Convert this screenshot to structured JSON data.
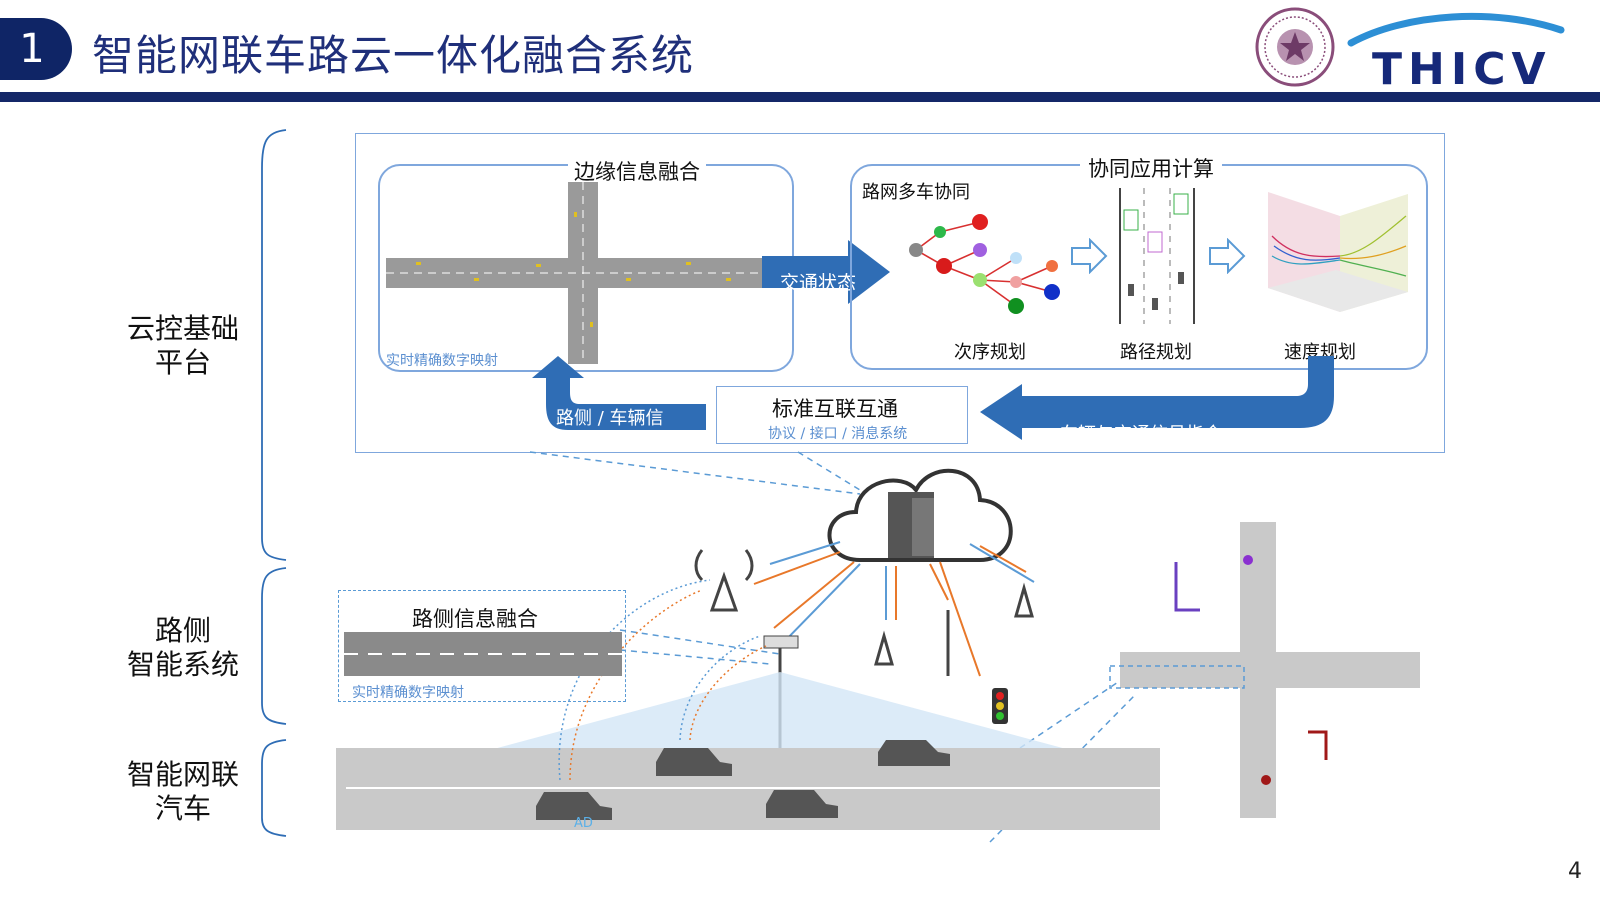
{
  "slide": {
    "section_number": "1",
    "title": "智能网联车路云一体化融合系统",
    "logo_text": "THICV",
    "page_number": "4"
  },
  "layers": [
    {
      "label": "云控基础\n平台"
    },
    {
      "label": "路侧\n智能系统"
    },
    {
      "label": "智能网联\n汽车"
    }
  ],
  "cloud_platform": {
    "edge_fusion": {
      "title": "边缘信息融合",
      "caption": "实时精确数字映射"
    },
    "traffic_state_arrow": "交通状态",
    "coop_compute": {
      "title": "协同应用计算",
      "subtitle": "路网多车协同",
      "steps": [
        "次序规划",
        "路径规划",
        "速度规划"
      ]
    },
    "standard_box": {
      "title": "标准互联互通",
      "caption": "协议 / 接口 / 消息系统"
    },
    "left_arrow_label": "路侧 / 车辆信",
    "right_arrow_label": "车辆与交通信号指令"
  },
  "roadside": {
    "fusion_title": "路侧信息融合",
    "fusion_caption": "实时精确数字映射"
  },
  "vehicle": {
    "ad_label": "AD"
  },
  "colors": {
    "navy": "#142768",
    "box_blue": "#7fa7dd",
    "arrow_blue": "#2f6db5",
    "orange": "#e8782a",
    "light_blue": "#5b9bd5"
  }
}
